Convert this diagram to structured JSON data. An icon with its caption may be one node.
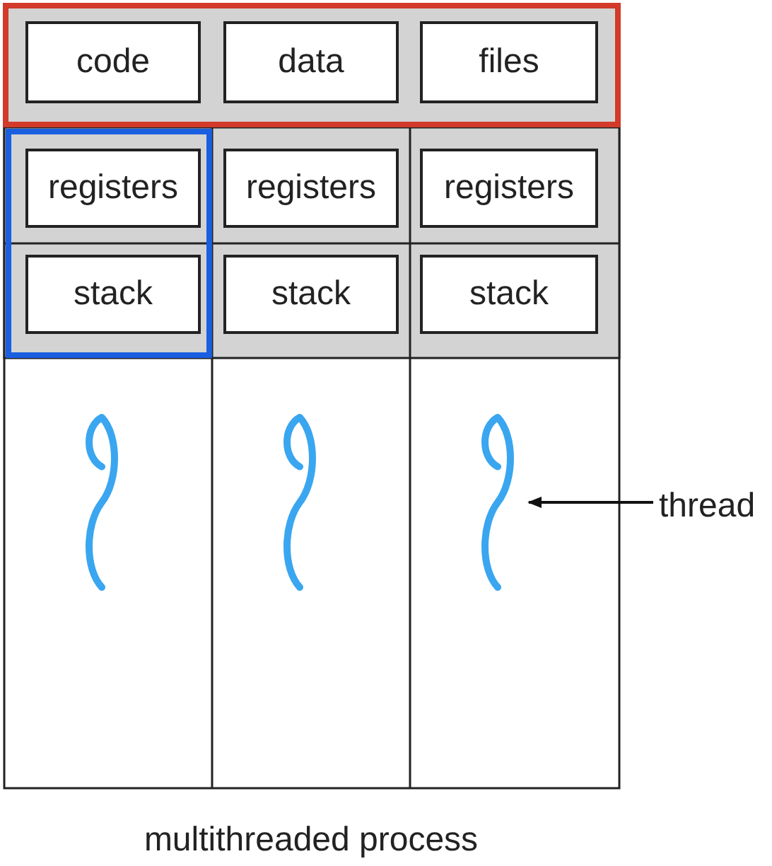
{
  "diagram": {
    "caption": "multithreaded process",
    "nodes": [
      {
        "text": [
          "code"
        ]
      },
      {
        "text": [
          "data"
        ]
      },
      {
        "text": [
          "files"
        ]
      },
      {
        "text": [
          "registers"
        ]
      },
      {
        "text": [
          "registers"
        ]
      },
      {
        "text": [
          "registers"
        ]
      },
      {
        "text": [
          "stack"
        ]
      },
      {
        "text": [
          "stack"
        ]
      },
      {
        "text": [
          "stack"
        ]
      },
      {
        "text": [],
        "shape": "squiggle"
      },
      {
        "text": [],
        "shape": "squiggle"
      },
      {
        "text": [],
        "shape": "squiggle"
      },
      {
        "text": [
          "thread"
        ]
      }
    ],
    "edges": [
      {
        "from": 12,
        "to": 11,
        "arrow": "to"
      }
    ]
  }
}
